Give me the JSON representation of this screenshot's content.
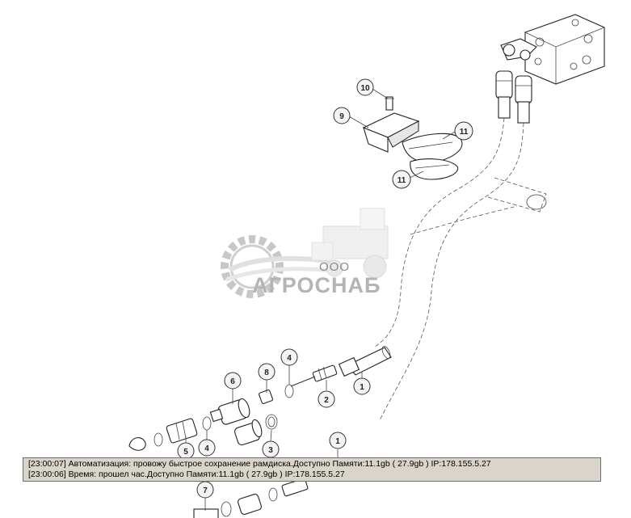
{
  "diagram": {
    "callouts": [
      "10",
      "9",
      "11",
      "11",
      "6",
      "8",
      "4",
      "2",
      "1",
      "5",
      "4",
      "3",
      "1",
      "7"
    ]
  },
  "watermark": {
    "prefix": "ООО",
    "brand": "АГРОСНАБ"
  },
  "log": {
    "lines": [
      "[23:00:07]  Автоматизация: провожу быстрое сохранение рамдиска.Доступно Памяти:11.1gb  ( 27.9gb ) IP:178.155.5.27",
      "[23:00:06]  Время: прошел час.Доступно Памяти:11.1gb  ( 27.9gb ) IP:178.155.5.27"
    ]
  },
  "colors": {
    "log_background": "#d9d5cb",
    "watermark_gear": "#9a9a9a",
    "watermark_text": "#b4b4b4"
  }
}
